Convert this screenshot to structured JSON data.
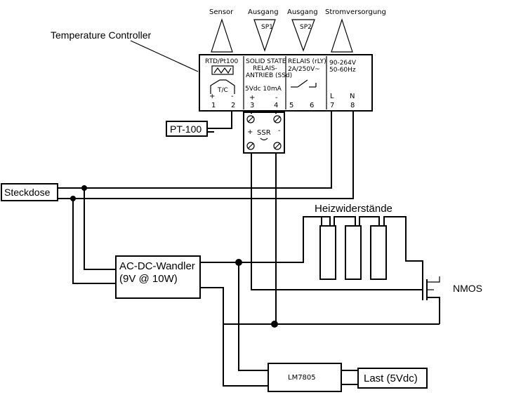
{
  "top_labels": {
    "sensor": "Sensor",
    "ausgang1": "Ausgang",
    "ausgang2": "Ausgang",
    "stromversorgung": "Stromversorgung",
    "sp1": "SP1",
    "sp2": "SP2"
  },
  "controller": {
    "title": "Temperature Controller",
    "sec_sensor": "RTD/Pt100",
    "tc": "T/C",
    "sec_ssr_1": "SOLID STATE",
    "sec_ssr_2": "RELAIS-",
    "sec_ssr_3": "ANTRIEB (SSd)",
    "sec_ssr_4": "5Vdc 10mA",
    "sec_relay_1": "RELAIS (rLY)",
    "sec_relay_2": "2A/250V~",
    "sec_power_1": "90-264V",
    "sec_power_2": "50-60Hz",
    "pol_plus_1": "+",
    "pol_minus_1": "-",
    "pol_plus_3": "+",
    "pol_minus_4": "-",
    "L": "L",
    "N": "N",
    "t1": "1",
    "t2": "2",
    "t3": "3",
    "t4": "4",
    "t5": "5",
    "t6": "6",
    "t7": "7",
    "t8": "8"
  },
  "ssr": {
    "label": "SSR",
    "plus": "+",
    "minus": "-"
  },
  "pt100": "PT-100",
  "steckdose": "Steckdose",
  "heizwiderstaende": "Heizwiderstände",
  "acdc": {
    "line1": "AC-DC-Wandler",
    "line2": "(9V @ 10W)"
  },
  "nmos": "NMOS",
  "lm7805": "LM7805",
  "last": "Last (5Vdc)"
}
